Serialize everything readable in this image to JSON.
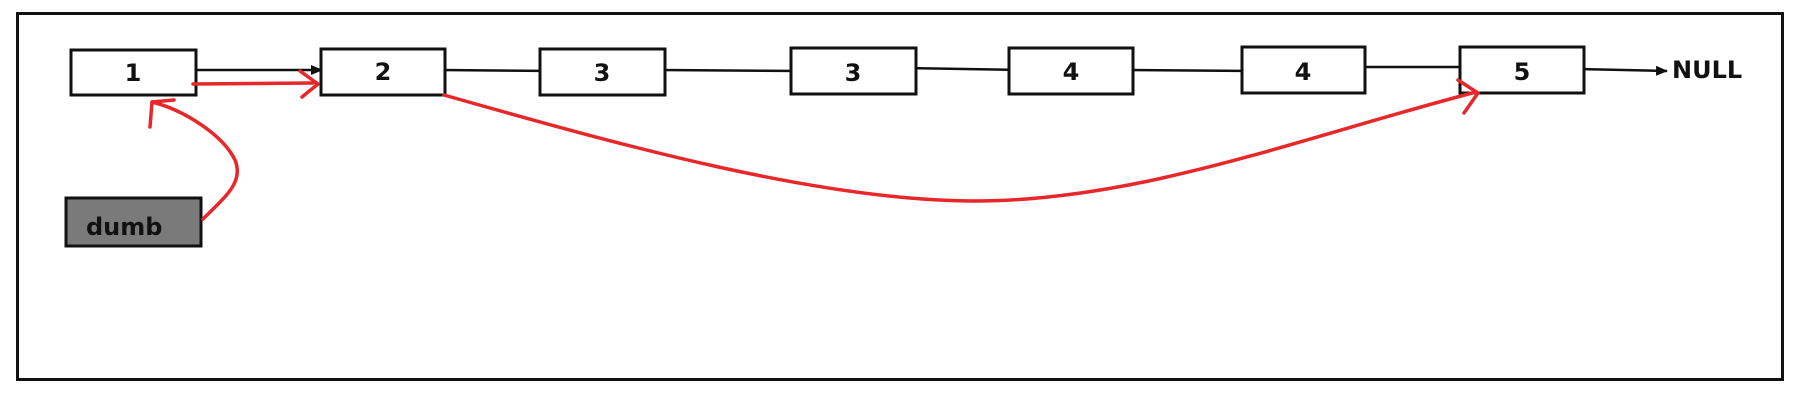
{
  "nodes": [
    {
      "id": "n1",
      "label": "1"
    },
    {
      "id": "n2",
      "label": "2"
    },
    {
      "id": "n3a",
      "label": "3"
    },
    {
      "id": "n3b",
      "label": "3"
    },
    {
      "id": "n4a",
      "label": "4"
    },
    {
      "id": "n4b",
      "label": "4"
    },
    {
      "id": "n5",
      "label": "5"
    }
  ],
  "dummy": {
    "label": "dumb",
    "fill": "#7a7a7a"
  },
  "terminal": {
    "label": "NULL"
  },
  "colors": {
    "link": "#111111",
    "highlight": "#e8272a",
    "box_border": "#111111"
  }
}
